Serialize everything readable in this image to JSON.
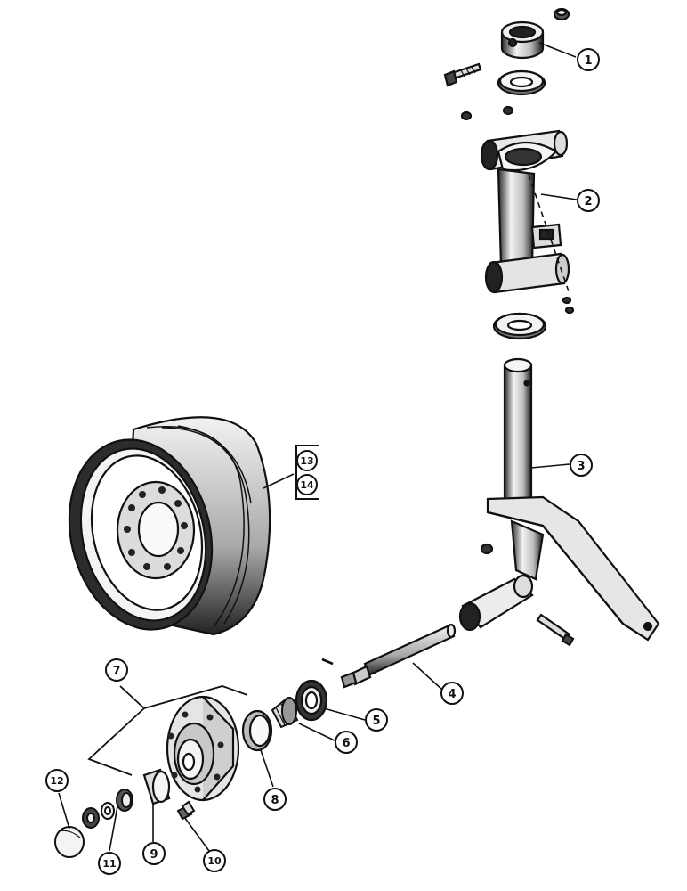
{
  "callouts": [
    {
      "id": "1",
      "label": "1"
    },
    {
      "id": "2",
      "label": "2"
    },
    {
      "id": "3",
      "label": "3"
    },
    {
      "id": "4",
      "label": "4"
    },
    {
      "id": "5",
      "label": "5"
    },
    {
      "id": "6",
      "label": "6"
    },
    {
      "id": "7",
      "label": "7"
    },
    {
      "id": "8",
      "label": "8"
    },
    {
      "id": "9",
      "label": "9"
    },
    {
      "id": "10",
      "label": "10"
    },
    {
      "id": "11",
      "label": "11"
    },
    {
      "id": "12",
      "label": "12"
    }
  ],
  "wheel_box": {
    "items": [
      {
        "id": "13",
        "label": "13"
      },
      {
        "id": "14",
        "label": "14"
      }
    ]
  }
}
